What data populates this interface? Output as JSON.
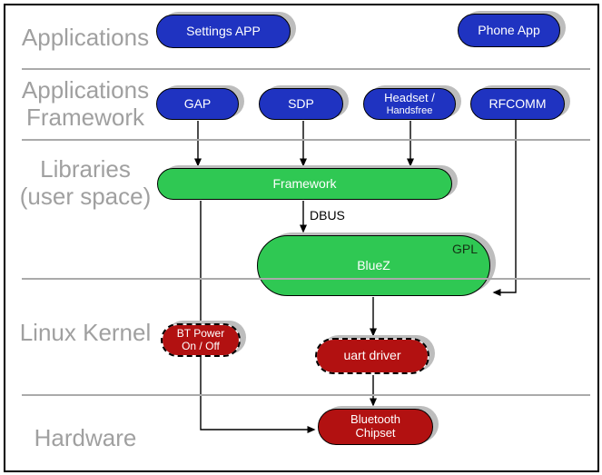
{
  "layers": [
    {
      "id": "applications",
      "label_lines": [
        "Applications"
      ]
    },
    {
      "id": "applications-framework",
      "label_lines": [
        "Applications",
        "Framework"
      ]
    },
    {
      "id": "libraries",
      "label_lines": [
        "Libraries",
        "(user space)"
      ]
    },
    {
      "id": "linux-kernel",
      "label_lines": [
        "Linux Kernel"
      ]
    },
    {
      "id": "hardware",
      "label_lines": [
        "Hardware"
      ]
    }
  ],
  "nodes": {
    "settings_app": {
      "label": "Settings APP"
    },
    "phone_app": {
      "label": "Phone App"
    },
    "gap": {
      "label": "GAP"
    },
    "sdp": {
      "label": "SDP"
    },
    "headset": {
      "lines": [
        "Headset /",
        "Handsfree"
      ]
    },
    "rfcomm": {
      "label": "RFCOMM"
    },
    "framework": {
      "label": "Framework"
    },
    "bluez": {
      "label": "BlueZ",
      "badge": "GPL"
    },
    "bt_power": {
      "lines": [
        "BT Power",
        "On / Off"
      ]
    },
    "uart_driver": {
      "label": "uart driver"
    },
    "bluetooth_chipset": {
      "lines": [
        "Bluetooth",
        "Chipset"
      ]
    }
  },
  "annotations": {
    "dbus": "DBUS"
  },
  "colors": {
    "app_blue": "#1f33c1",
    "lib_green": "#2fc853",
    "kernel_red": "#b21111",
    "shadow_gray": "#bdbdbd",
    "label_gray": "#a0a0a0",
    "divider_gray": "#aaaaaa",
    "connector_black": "#000000"
  }
}
